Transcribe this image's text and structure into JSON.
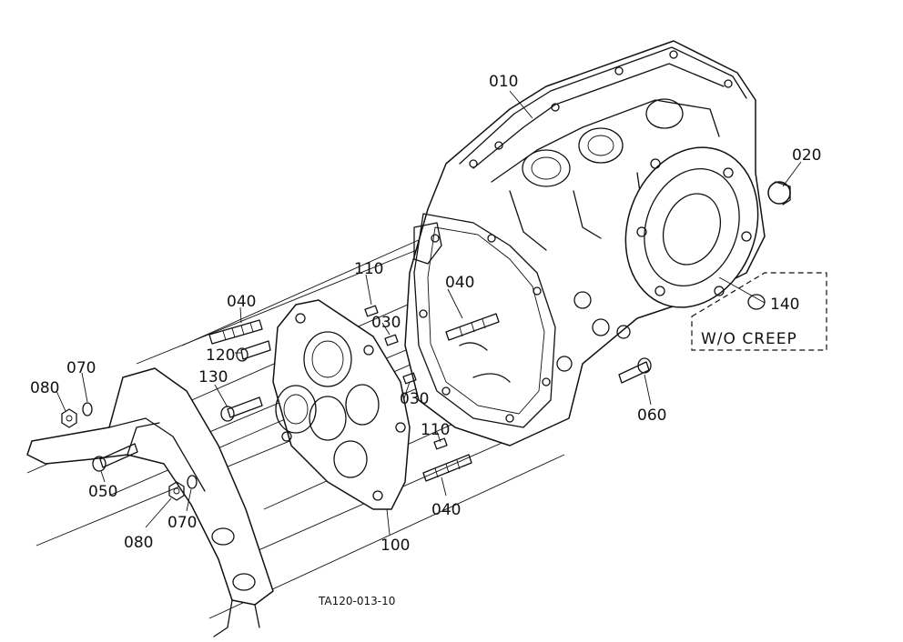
{
  "diagram": {
    "part_labels": [
      {
        "id": "010",
        "text": "010"
      },
      {
        "id": "020",
        "text": "020"
      },
      {
        "id": "140",
        "text": "140"
      },
      {
        "id": "040a",
        "text": "040"
      },
      {
        "id": "110a",
        "text": "110"
      },
      {
        "id": "040b",
        "text": "040"
      },
      {
        "id": "030a",
        "text": "030"
      },
      {
        "id": "120",
        "text": "120"
      },
      {
        "id": "130",
        "text": "130"
      },
      {
        "id": "030b",
        "text": "030"
      },
      {
        "id": "070a",
        "text": "070"
      },
      {
        "id": "080a",
        "text": "080"
      },
      {
        "id": "110b",
        "text": "110"
      },
      {
        "id": "060",
        "text": "060"
      },
      {
        "id": "050",
        "text": "050"
      },
      {
        "id": "040c",
        "text": "040"
      },
      {
        "id": "070b",
        "text": "070"
      },
      {
        "id": "080b",
        "text": "080"
      },
      {
        "id": "100",
        "text": "100"
      }
    ],
    "variant_note": "W/O CREEP",
    "reference_code": "TA120-013-10"
  }
}
